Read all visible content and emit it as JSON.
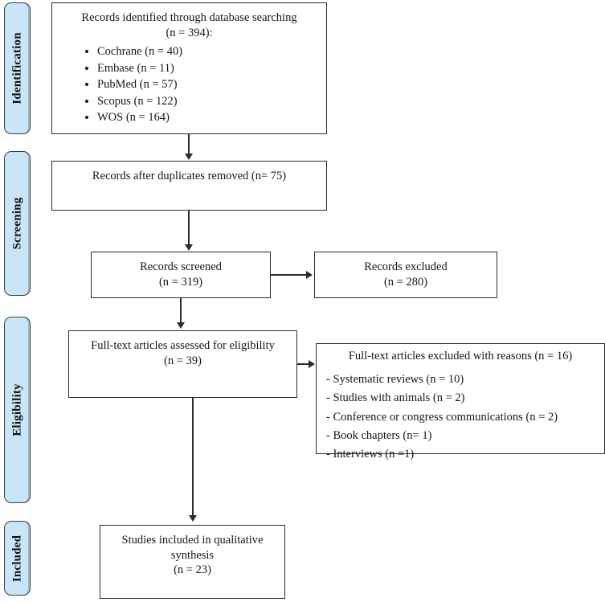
{
  "stages": [
    {
      "label": "Identification"
    },
    {
      "label": "Screening"
    },
    {
      "label": "Eligibility"
    },
    {
      "label": "Included"
    }
  ],
  "identification": {
    "heading_line1": "Records identified through database searching",
    "heading_line2": "(n =  394):",
    "databases": [
      "Cochrane (n = 40)",
      "Embase (n = 11)",
      "PubMed (n = 57)",
      "Scopus (n = 122)",
      "WOS (n = 164)"
    ]
  },
  "duplicates": {
    "text": "Records after duplicates removed (n= 75)"
  },
  "screened": {
    "line1": "Records screened",
    "line2": "(n =  319)"
  },
  "excluded": {
    "line1": "Records excluded",
    "line2": "(n =  280)"
  },
  "eligibility": {
    "line1": "Full-text articles assessed for eligibility",
    "line2": "(n = 39)"
  },
  "excluded_reasons": {
    "heading": "Full-text articles excluded with reasons (n = 16)",
    "items": [
      "- Systematic reviews (n = 10)",
      "- Studies with animals (n = 2)",
      "- Conference or congress communications (n = 2)",
      "- Book chapters (n= 1)",
      "- Interviews (n =1)"
    ]
  },
  "included": {
    "line1": "Studies included in qualitative",
    "line2": "synthesis",
    "line3": "(n =  23)"
  },
  "colors": {
    "stage_fill": "#c9e6f7",
    "stage_border": "#3e3e3e",
    "box_border": "#2b2b2b",
    "text": "#171717"
  }
}
